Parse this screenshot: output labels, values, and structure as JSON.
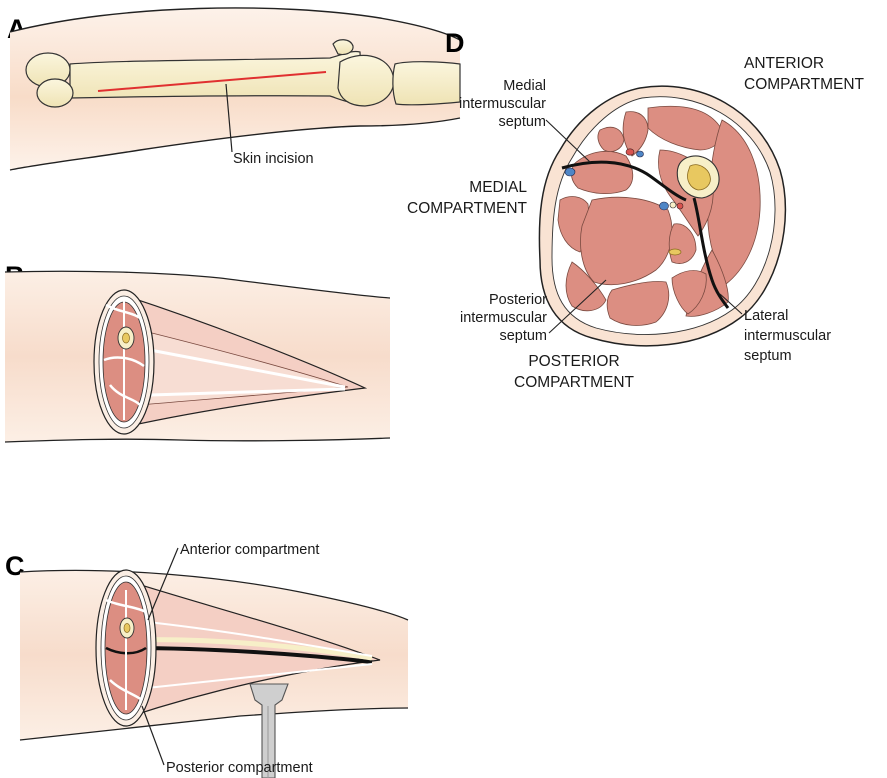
{
  "panels": {
    "A": {
      "letter": "A",
      "labels": {
        "skin_incision": "Skin incision"
      }
    },
    "B": {
      "letter": "B"
    },
    "C": {
      "letter": "C",
      "labels": {
        "anterior": "Anterior compartment",
        "posterior": "Posterior compartment"
      }
    },
    "D": {
      "letter": "D",
      "labels": {
        "medial_septum": [
          "Medial",
          "intermuscular",
          "septum"
        ],
        "anterior_compartment": [
          "ANTERIOR",
          "COMPARTMENT"
        ],
        "medial_compartment": [
          "MEDIAL",
          "COMPARTMENT"
        ],
        "posterior_septum": [
          "Posterior",
          "intermuscular",
          "septum"
        ],
        "posterior_compartment": [
          "POSTERIOR",
          "COMPARTMENT"
        ],
        "lateral_septum": [
          "Lateral",
          "intermuscular",
          "septum"
        ]
      }
    }
  },
  "colors": {
    "skin": "#f9e3d3",
    "skin_light": "#fcefe5",
    "muscle": "#dc8e82",
    "muscle_dark": "#c97064",
    "bone": "#f7efc8",
    "marrow": "#e8c860",
    "incision": "#e03030",
    "septum": "#111111",
    "fascia": "#ffffff",
    "vessel_blue": "#4f86c6",
    "vessel_red": "#d9534f"
  }
}
